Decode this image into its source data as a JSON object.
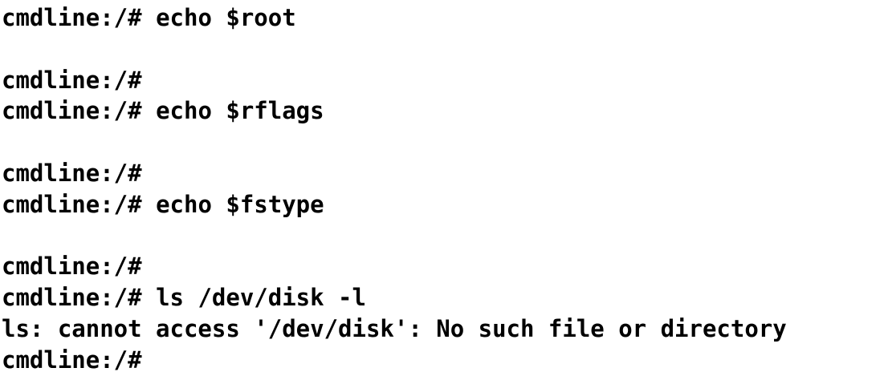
{
  "terminal": {
    "prompt": "cmdline:/#",
    "lines": [
      {
        "type": "prompt",
        "command": "echo $root"
      },
      {
        "type": "blank",
        "text": ""
      },
      {
        "type": "prompt",
        "command": ""
      },
      {
        "type": "prompt",
        "command": "echo $rflags"
      },
      {
        "type": "blank",
        "text": ""
      },
      {
        "type": "prompt",
        "command": ""
      },
      {
        "type": "prompt",
        "command": "echo $fstype"
      },
      {
        "type": "blank",
        "text": ""
      },
      {
        "type": "prompt",
        "command": ""
      },
      {
        "type": "prompt",
        "command": "ls /dev/disk -l"
      },
      {
        "type": "output",
        "text": "ls: cannot access '/dev/disk': No such file or directory"
      },
      {
        "type": "prompt",
        "command": ""
      }
    ]
  }
}
